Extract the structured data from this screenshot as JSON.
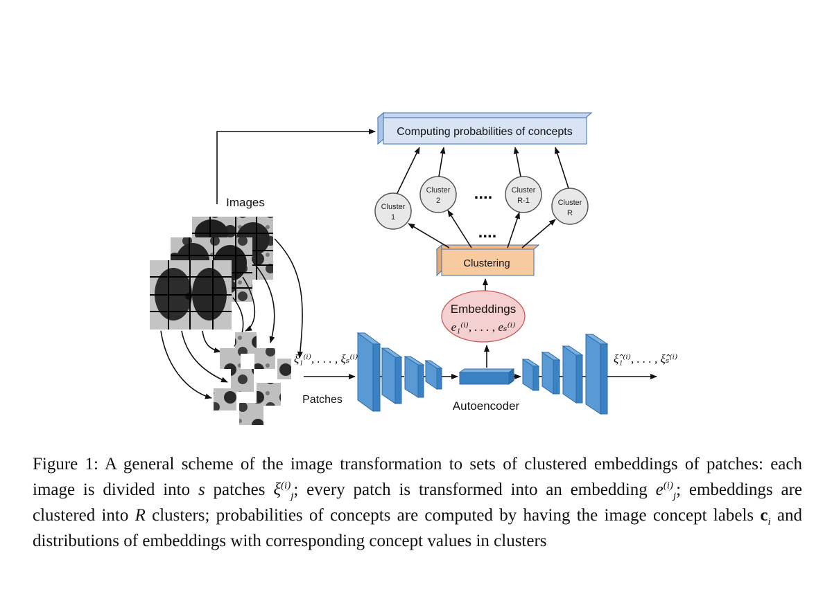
{
  "diagram": {
    "top_box_label": "Computing probabilities of concepts",
    "clusters": [
      {
        "line1": "Cluster",
        "line2": "1"
      },
      {
        "line1": "Cluster",
        "line2": "2"
      },
      {
        "line1": "Cluster",
        "line2": "R-1"
      },
      {
        "line1": "Cluster",
        "line2": "R"
      }
    ],
    "ellipsis": "....",
    "clustering_label": "Clustering",
    "embeddings_title": "Embeddings",
    "embeddings_math": "e₁⁽ⁱ⁾, . . . , eₛ⁽ⁱ⁾",
    "images_label": "Images",
    "patches_label": "Patches",
    "autoencoder_label": "Autoencoder",
    "patch_set_math": "ξ₁⁽ⁱ⁾, . . . , ξₛ⁽ⁱ⁾",
    "recon_set_math": "ξ̂₁⁽ⁱ⁾, . . . , ξ̂ₛ⁽ⁱ⁾",
    "colors": {
      "top_box": "#d8e3f4",
      "clustering_box": "#f7caa0",
      "embeddings_ellipse": "#f5d0d0",
      "cluster_circle": "#e8e8e8",
      "autoencoder_blue": "#3b82c4"
    }
  },
  "caption": {
    "prefix": "Figure 1: A general scheme of the image transformation to sets of clustered embeddings of patches: each image is divided into ",
    "s": "s",
    "mid1": " patches ",
    "xi": "ξ",
    "xi_sup": "(i)",
    "xi_sub": "j",
    "mid2": "; every patch is transformed into an embedding ",
    "e": "e",
    "e_sup": "(i)",
    "e_sub": "j",
    "mid3": "; embeddings are clustered into ",
    "R": "R",
    "mid4": " clusters; probabilities of concepts are computed by having the image concept labels ",
    "c": "c",
    "c_sub": "i",
    "suffix": " and distributions of embeddings with corresponding concept values in clusters"
  }
}
